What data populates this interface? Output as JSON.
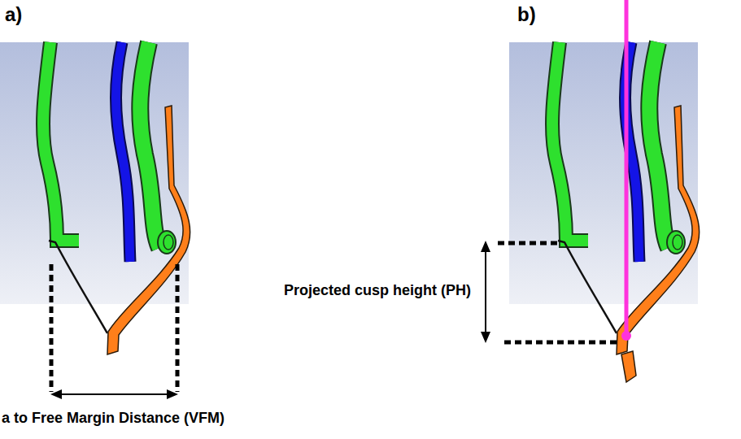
{
  "diagram": {
    "labels": [
      "a)",
      "b)",
      "a to Free Margin Distance (VFM)",
      "Projected cusp height (PH)"
    ]
  }
}
